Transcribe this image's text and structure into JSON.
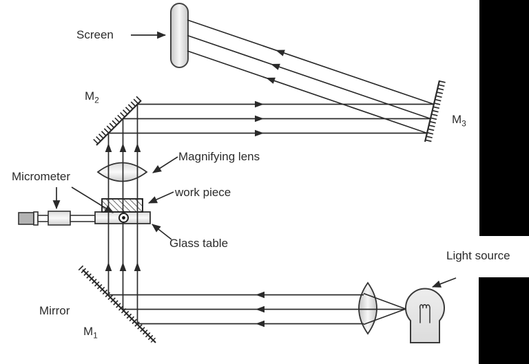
{
  "figure": {
    "title_hint": "optical comparator / light-beam measurement setup",
    "type": "optical-path-diagram"
  },
  "labels": {
    "screen": "Screen",
    "m2": {
      "base": "M",
      "sub": "2"
    },
    "m3": {
      "base": "M",
      "sub": "3"
    },
    "magnifying_lens": "Magnifying lens",
    "micrometer": "Micrometer",
    "work_piece": "work piece",
    "glass_table": "Glass table",
    "light_source": "Light source",
    "mirror": "Mirror",
    "m1": {
      "base": "M",
      "sub": "1"
    }
  },
  "colors": {
    "background": "#ffffff",
    "line": "#2a2a2a",
    "text": "#2b2b2b",
    "shape_fill_light": "#e6e6e6",
    "shape_fill_mid": "#b3b3b3",
    "black_bar": "#000000"
  }
}
